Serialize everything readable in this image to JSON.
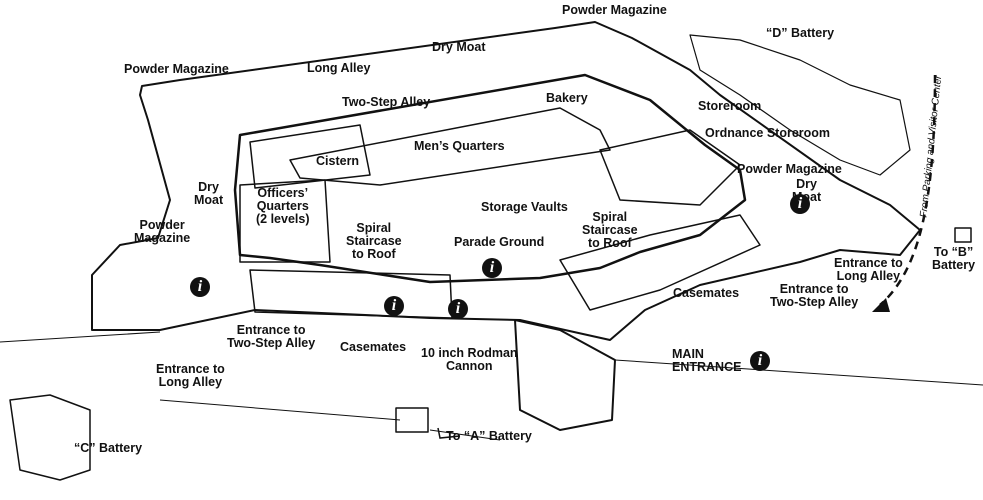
{
  "labels": {
    "powder_magazine_top": "Powder Magazine",
    "d_battery": "“D” Battery",
    "powder_magazine_left": "Powder Magazine",
    "long_alley": "Long Alley",
    "dry_moat_top": "Dry Moat",
    "two_step_alley": "Two-Step Alley",
    "bakery": "Bakery",
    "storeroom": "Storeroom",
    "ordnance_storeroom": "Ordnance Storeroom",
    "cistern": "Cistern",
    "mens_quarters": "Men’s Quarters",
    "powder_magazine_right": "Powder Magazine",
    "dry_moat_right_1": "Dry",
    "dry_moat_right_2": "Moat",
    "dry_moat_left_1": "Dry",
    "dry_moat_left_2": "Moat",
    "officers_quarters_1": "Officers’",
    "officers_quarters_2": "Quarters",
    "officers_quarters_3": "(2 levels)",
    "storage_vaults": "Storage Vaults",
    "spiral_left_1": "Spiral",
    "spiral_left_2": "Staircase",
    "spiral_left_3": "to Roof",
    "spiral_right_1": "Spiral",
    "spiral_right_2": "Staircase",
    "spiral_right_3": "to Roof",
    "parade_ground": "Parade Ground",
    "powder_magazine_west_1": "Powder",
    "powder_magazine_west_2": "Magazine",
    "entrance_long_alley_right_1": "Entrance to",
    "entrance_long_alley_right_2": "Long Alley",
    "to_b_battery_1": "To “B”",
    "to_b_battery_2": "Battery",
    "from_parking": "From Parking and Visitor Center",
    "casemates_right": "Casemates",
    "entrance_two_step_right_1": "Entrance to",
    "entrance_two_step_right_2": "Two-Step Alley",
    "entrance_two_step_left_1": "Entrance to",
    "entrance_two_step_left_2": "Two-Step Alley",
    "casemates_left": "Casemates",
    "rodman_1": "10 inch Rodman",
    "rodman_2": "Cannon",
    "main_entrance_1": "MAIN",
    "main_entrance_2": "ENTRANCE",
    "entrance_long_alley_left_1": "Entrance to",
    "entrance_long_alley_left_2": "Long Alley",
    "c_battery": "“C” Battery",
    "to_a_battery": "To “A” Battery"
  },
  "info_glyph": "i",
  "icons": [
    "info-icon",
    "arrow-icon",
    "building-icon"
  ],
  "colors": {
    "ink": "#111111",
    "paper": "#ffffff",
    "hatch": "#555555"
  }
}
